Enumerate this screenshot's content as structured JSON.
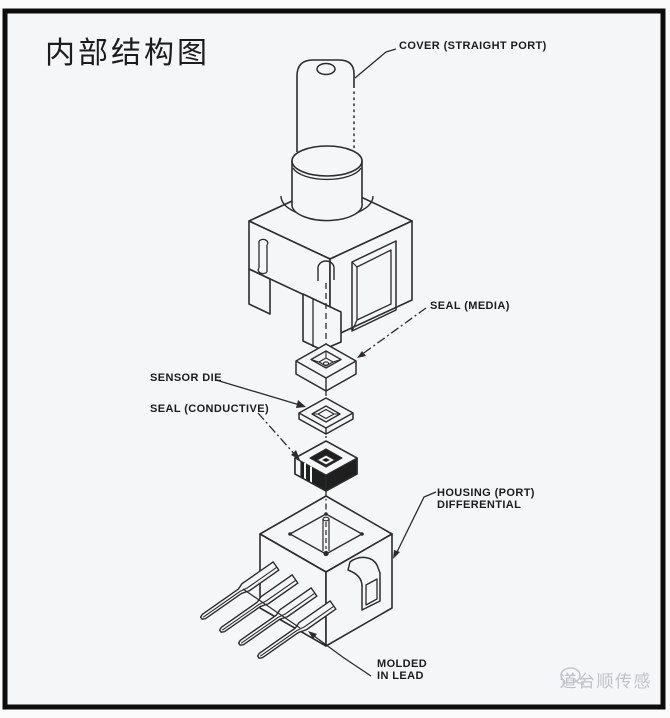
{
  "title": "内部结构图",
  "diagram": {
    "labels": {
      "cover": "COVER (STRAIGHT PORT)",
      "seal_media": "SEAL (MEDIA)",
      "sensor_die": "SENSOR DIE",
      "seal_conductive": "SEAL (CONDUCTIVE)",
      "housing_line1": "HOUSING (PORT)",
      "housing_line2": "DIFFERENTIAL",
      "molded_line1": "MOLDED",
      "molded_line2": "IN LEAD"
    }
  },
  "watermark": {
    "text": "道台顺传感"
  },
  "colors": {
    "line": "#2c2c2c",
    "paper": "#f5f6f8",
    "border": "#0c0c0c",
    "dark_fill": "#1f1f1f",
    "watermark": "#bfc3c9"
  }
}
